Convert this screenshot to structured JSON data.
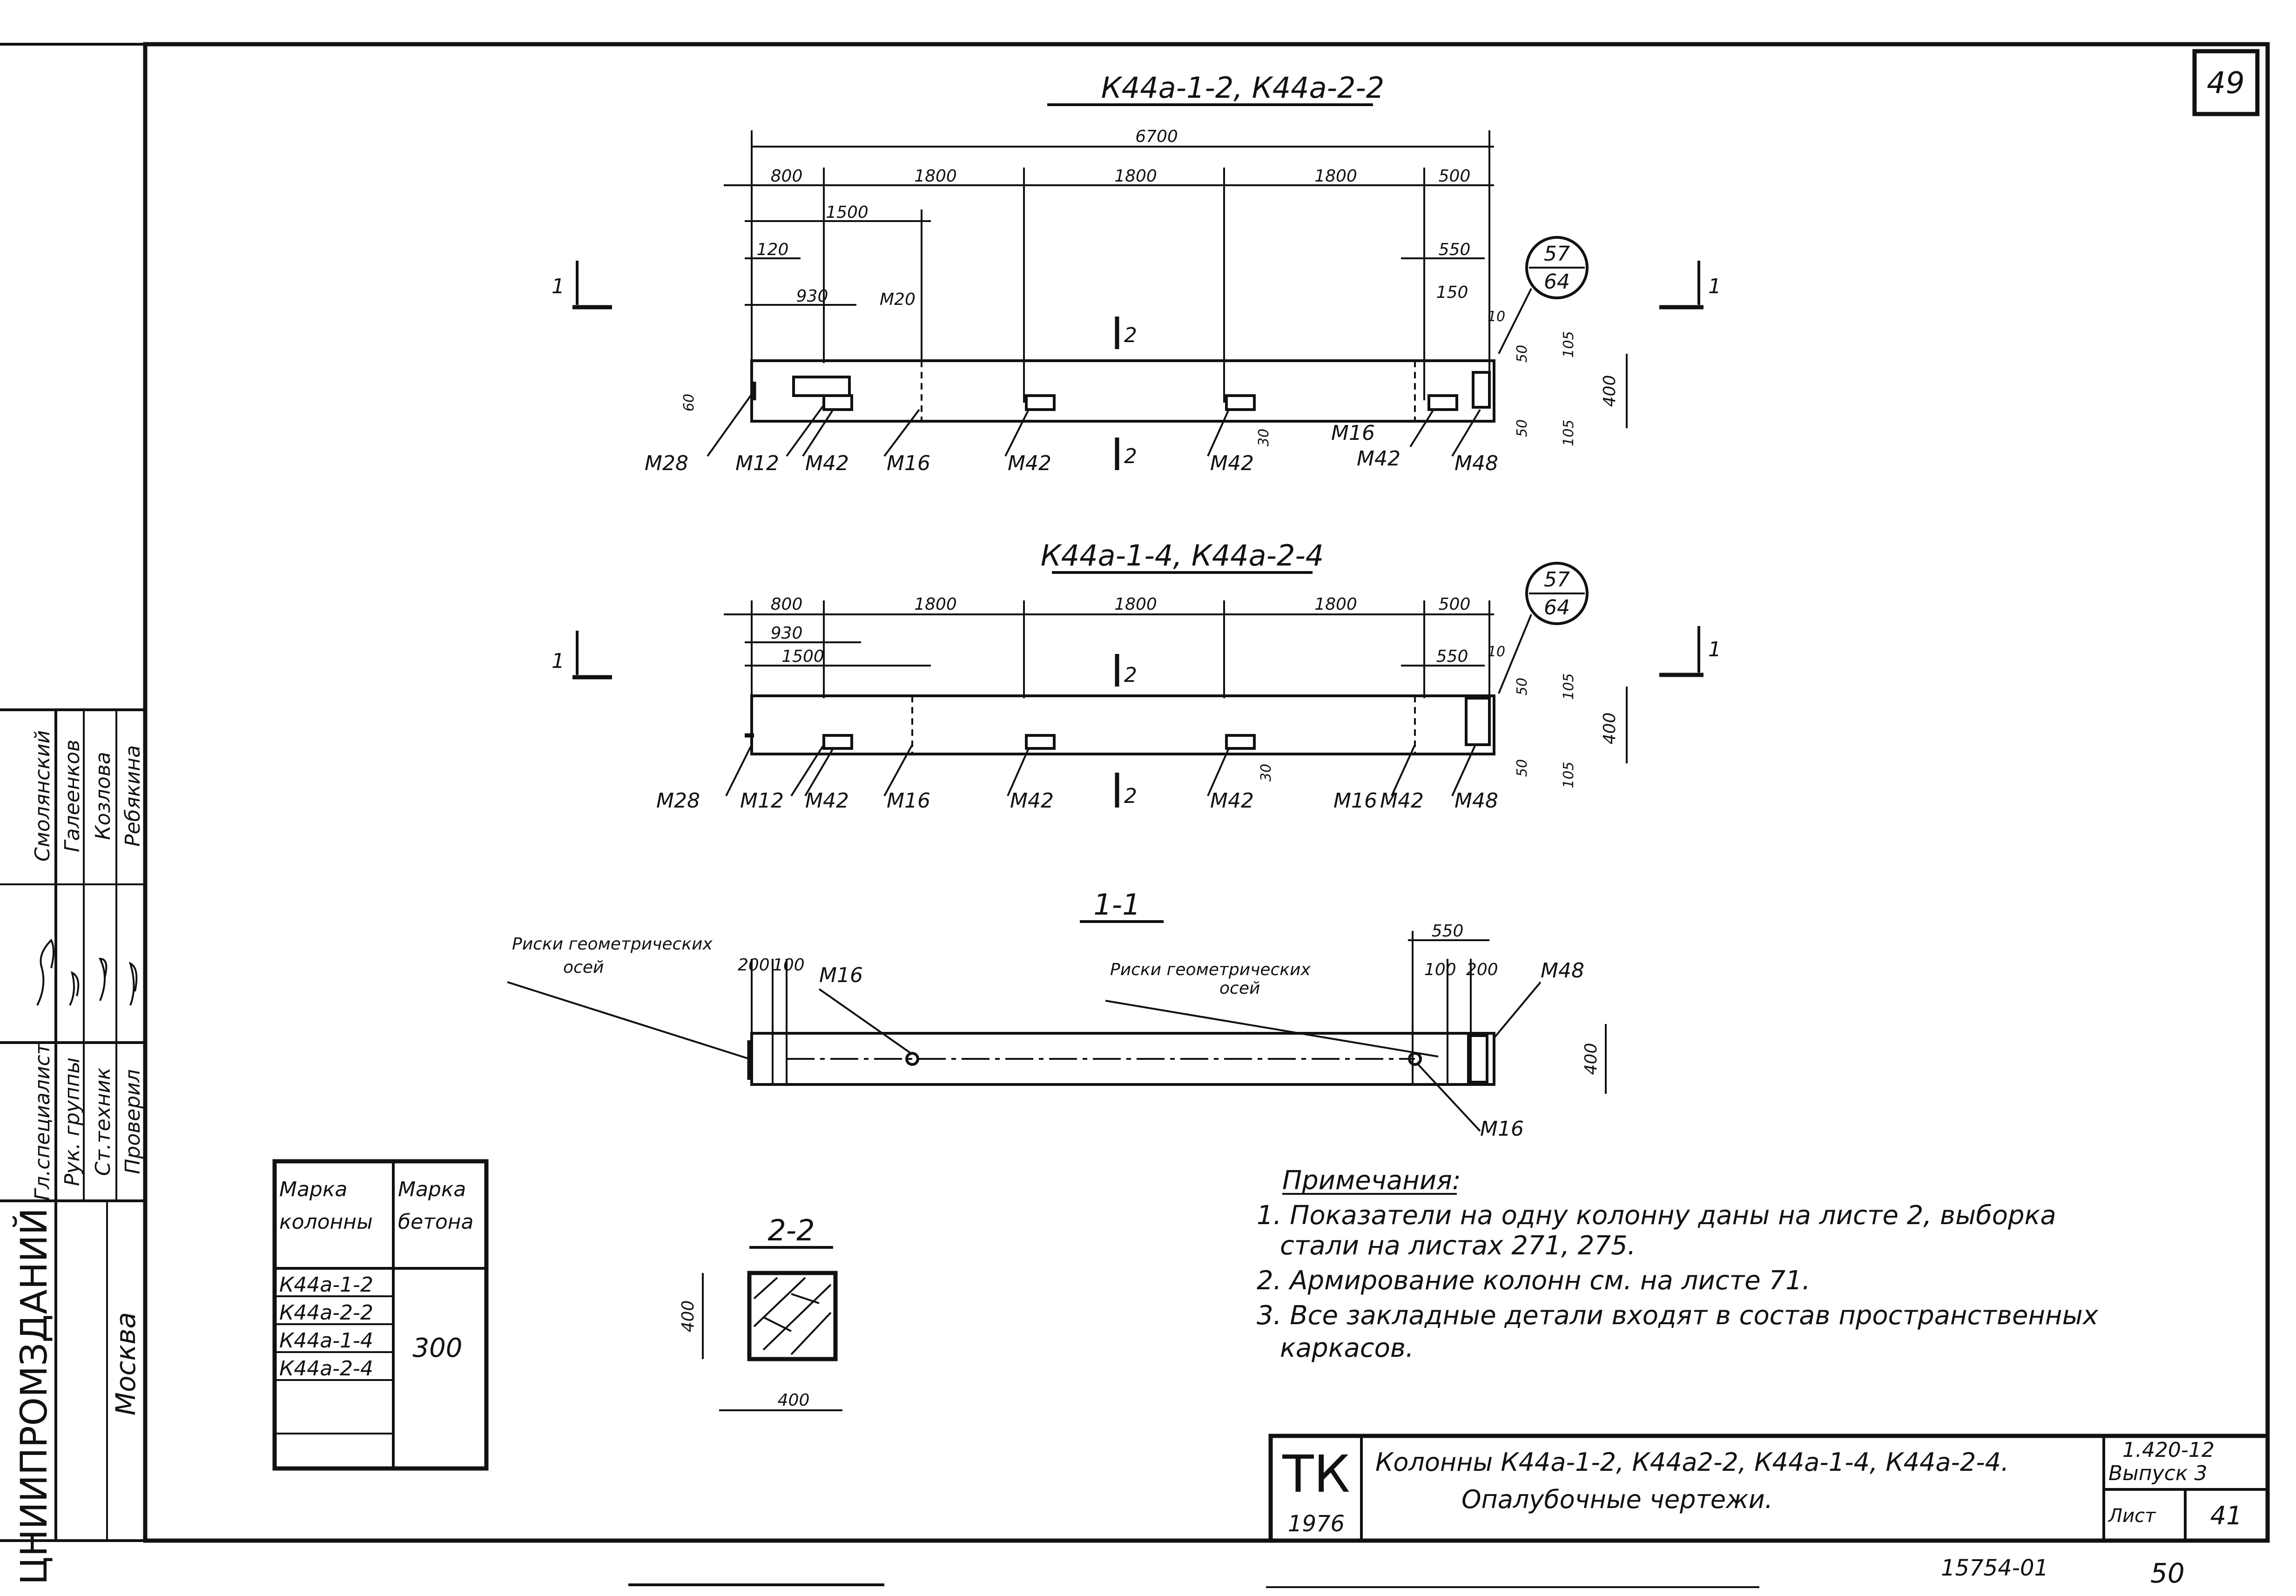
{
  "sheet": {
    "number_top": "49",
    "page_bottom": "50",
    "doc_code": "15754-01"
  },
  "views": {
    "top_title": "К44а-1-2, К44а-2-2",
    "mid_title": "К44а-1-4, К44а-2-4",
    "sec11_title": "1-1",
    "sec22_title": "2-2",
    "detail_num": "57",
    "detail_den": "64",
    "cut_mark": "1",
    "sec_mark": "2"
  },
  "dims": {
    "overall": "6700",
    "d800": "800",
    "d1800": "1800",
    "d500": "500",
    "d1500": "1500",
    "d120": "120",
    "d930": "930",
    "d550": "550",
    "d150": "150",
    "d10": "10",
    "d50": "50",
    "d105": "105",
    "d400": "400",
    "d60": "60",
    "d30": "30",
    "d200": "200",
    "d100": "100"
  },
  "marks": {
    "M20": "М20",
    "M28": "М28",
    "M12": "М12",
    "M42": "М42",
    "M16": "М16",
    "M48": "М48"
  },
  "section11": {
    "risk_label_1": "Риски геометрических",
    "risk_label_2": "осей"
  },
  "table": {
    "h1a": "Марка",
    "h1b": "колонны",
    "h2a": "Марка",
    "h2b": "бетона",
    "rows": [
      "К44а-1-2",
      "К44а-2-2",
      "К44а-1-4",
      "К44а-2-4"
    ],
    "concrete": "300"
  },
  "notes": {
    "title": "Примечания:",
    "n1a": "1. Показатели  на одну колонну даны на листе 2, выборка",
    "n1b": "стали на листах 271, 275.",
    "n2": "2. Армирование колонн см. на листе 71.",
    "n3a": "3. Все закладные детали входят в состав пространственных",
    "n3b": "каркасов."
  },
  "titleblock": {
    "logo": "ТК",
    "year": "1976",
    "line1": "Колонны К44а-1-2, К44а2-2, К44а-1-4, К44а-2-4.",
    "line2": "Опалубочные  чертежи.",
    "series": "1.420-12",
    "issue": "Выпуск 3",
    "sheet_lbl": "Лист",
    "sheet_no": "41"
  },
  "stamp": {
    "org": "ЦНИИПРОМЗДАНИЙ",
    "city": "Москва",
    "roles": [
      "Гл.специалист",
      "Рук. группы",
      "Ст.техник",
      "Проверил"
    ],
    "names": [
      "Смолянский",
      "Галеенков",
      "Козлова",
      "Ребякина"
    ]
  }
}
